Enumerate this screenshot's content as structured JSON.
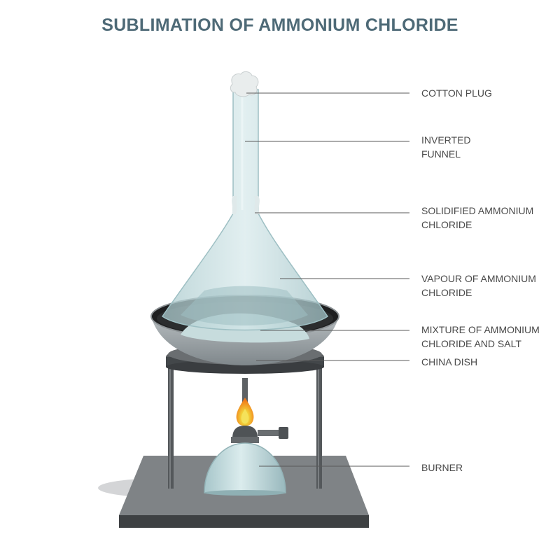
{
  "title": "SUBLIMATION OF AMMONIUM CHLORIDE",
  "labels": {
    "cotton_plug": [
      "COTTON PLUG"
    ],
    "inverted_funnel": [
      "INVERTED",
      "FUNNEL"
    ],
    "solidified": [
      "SOLIDIFIED AMMONIUM",
      "CHLORIDE"
    ],
    "vapour": [
      "VAPOUR OF AMMONIUM",
      "CHLORIDE"
    ],
    "mixture": [
      "MIXTURE OF AMMONIUM",
      "CHLORIDE AND SALT"
    ],
    "china_dish": [
      "CHINA DISH"
    ],
    "burner": [
      "BURNER"
    ]
  },
  "colors": {
    "title": "#4e6a77",
    "label_text": "#4a4a4a",
    "leader_line": "#5a5a5a",
    "glass": "#b9d5d8",
    "vapour": "#a8c8cc",
    "dish": "#9ea4a7",
    "stand": "#5c5f62",
    "base": "#7d8184",
    "flame_outer": "#f28a1e",
    "flame_inner": "#f3d43a"
  }
}
